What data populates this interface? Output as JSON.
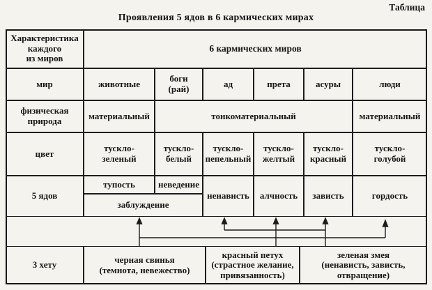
{
  "page": {
    "corner_label": "Таблица",
    "title": "Проявления 5 ядов в 6 кармических мирах"
  },
  "colors": {
    "ink": "#161616",
    "paper": "#f4f3ee",
    "line": "#1c1c1c"
  },
  "table": {
    "header": {
      "row_label": "Характеристика\nкаждого\nиз миров",
      "worlds_span": "6 кармических миров"
    },
    "world_row": {
      "label": "мир",
      "cells": [
        "животные",
        "боги\n(рай)",
        "ад",
        "прета",
        "асуры",
        "люди"
      ]
    },
    "nature_row": {
      "label": "физическая\nприрода",
      "left": "материальный",
      "middle": "тонкоматериальный",
      "right": "материальный"
    },
    "color_row": {
      "label": "цвет",
      "cells": [
        "тускло-\nзеленый",
        "тускло-\nбелый",
        "тускло-\nпепельный",
        "тускло-\nжелтый",
        "тускло-\nкрасный",
        "тускло-\nголубой"
      ]
    },
    "poisons_row": {
      "label": "5 ядов",
      "dullness": "тупость",
      "ignorance": "неведение",
      "delusion": "заблуждение",
      "hatred": "ненависть",
      "greed": "алчность",
      "envy": "зависть",
      "pride": "гордость"
    },
    "hetu_row": {
      "label": "3 хету",
      "pig": "черная свинья\n(темнота, невежество)",
      "rooster": "красный петух\n(страстное желание,\nпривязанность)",
      "snake": "зеленая змея\n(ненависть, зависть,\nотвращение)"
    }
  }
}
